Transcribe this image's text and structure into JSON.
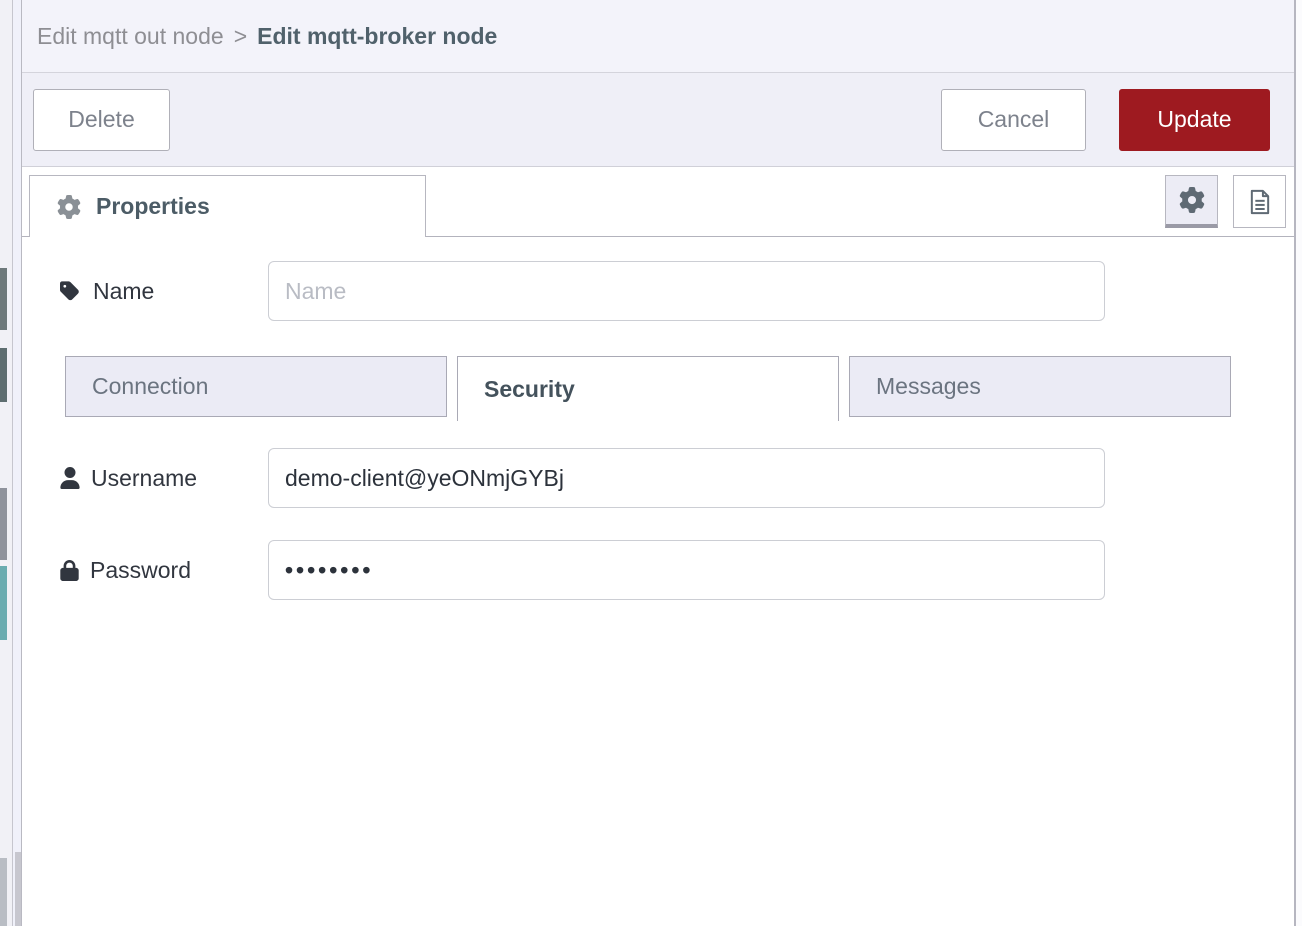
{
  "breadcrumb": {
    "parent": "Edit mqtt out node",
    "separator": ">",
    "current": "Edit mqtt-broker node"
  },
  "toolbar": {
    "delete_label": "Delete",
    "cancel_label": "Cancel",
    "update_label": "Update"
  },
  "editor_header": {
    "properties_tab": {
      "label": "Properties",
      "icon": "gear-icon"
    },
    "buttons": [
      {
        "name": "node-settings",
        "icon": "gear-icon",
        "active": true
      },
      {
        "name": "node-description",
        "icon": "file-lines-icon",
        "active": false
      }
    ]
  },
  "form": {
    "name": {
      "label": "Name",
      "icon": "tag-icon",
      "value": "",
      "placeholder": "Name"
    },
    "section_tabs": [
      {
        "label": "Connection",
        "active": false
      },
      {
        "label": "Security",
        "active": true
      },
      {
        "label": "Messages",
        "active": false
      }
    ],
    "username": {
      "label": "Username",
      "icon": "user-icon",
      "value": "demo-client@yeONmjGYBj"
    },
    "password": {
      "label": "Password",
      "icon": "lock-icon",
      "value": "••••••••"
    }
  },
  "colors": {
    "update_button": "#9e1a20",
    "header_bg": "#f3f3fa",
    "toolbar_bg": "#efeff7",
    "inactive_tab_bg": "#ebebf5",
    "active_tab_text": "#44525c",
    "palette_fragments": [
      "#6e797b",
      "#5e6e70",
      "#8f939c",
      "#6aacb0"
    ]
  }
}
